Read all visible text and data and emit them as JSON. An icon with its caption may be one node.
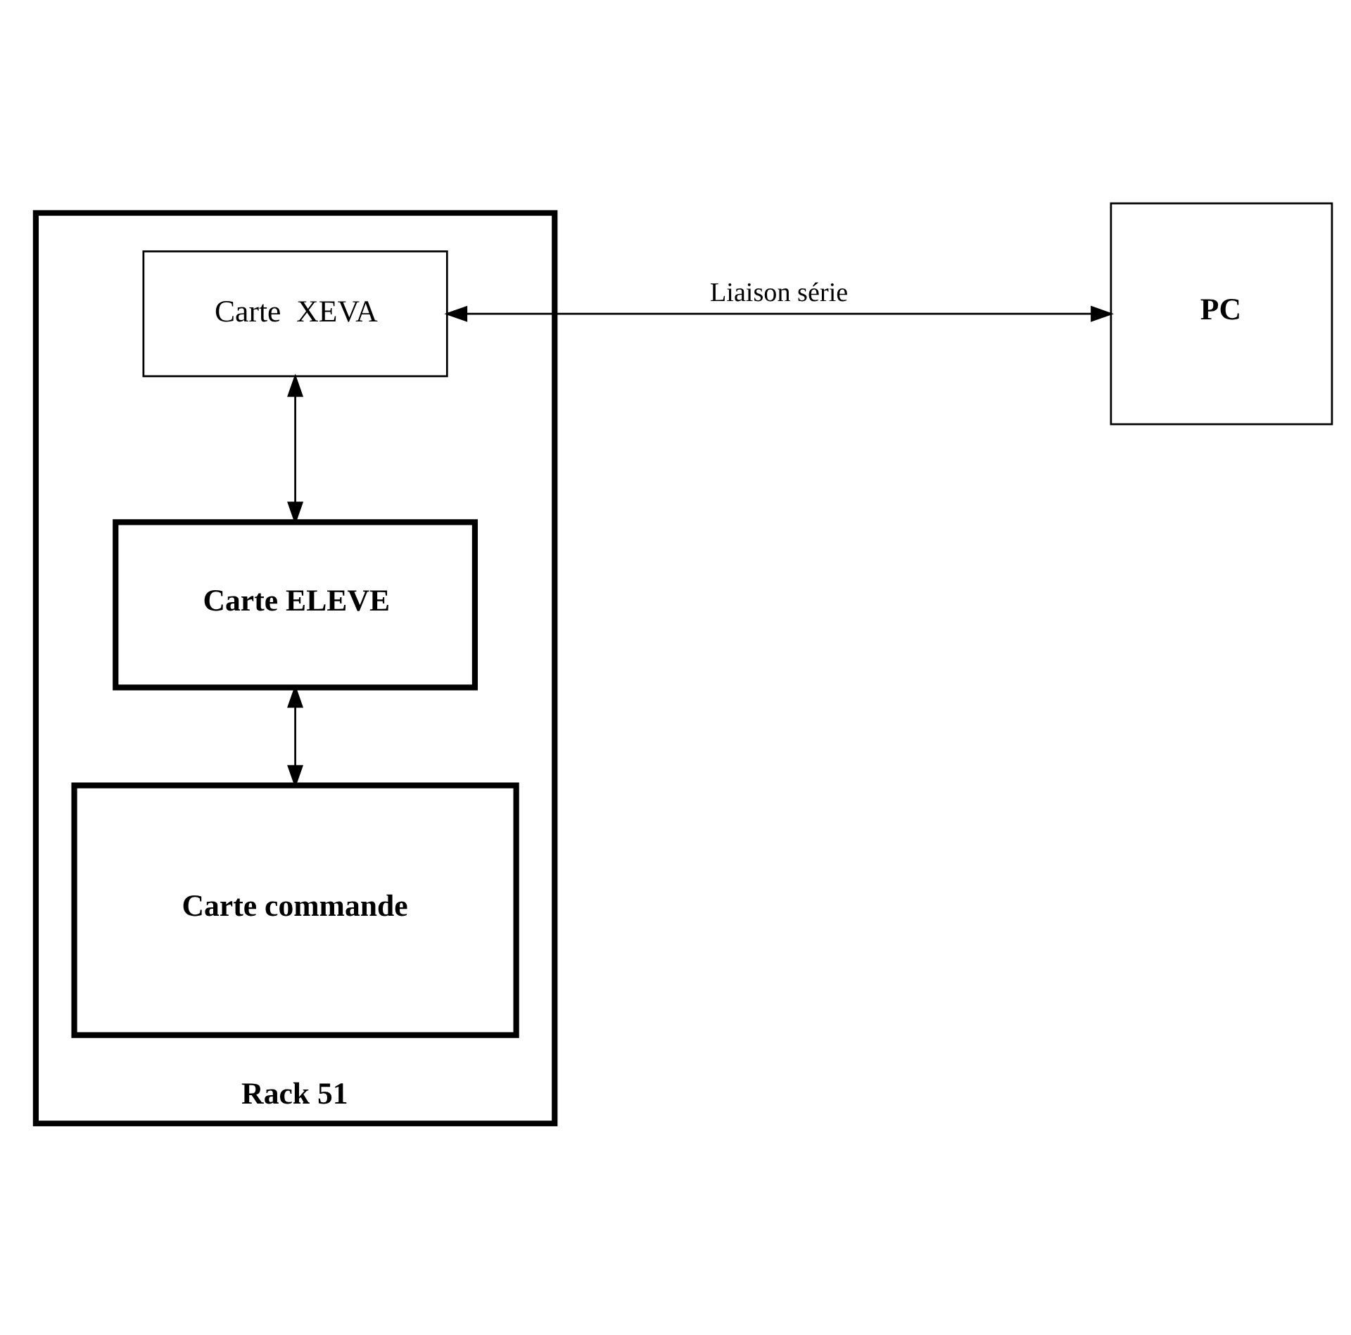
{
  "diagram": {
    "nodes": [
      {
        "text": [
          "Rack 51"
        ]
      },
      {
        "text": [
          "Carte  XEVA"
        ],
        "in": 0
      },
      {
        "text": [
          "Carte ELEVE"
        ],
        "in": 0
      },
      {
        "text": [
          "Carte commande"
        ],
        "in": 0
      },
      {
        "text": [
          "PC"
        ]
      }
    ],
    "edges": [
      {
        "from": 1,
        "to": 4,
        "arrow": "both",
        "label": "Liaison série"
      },
      {
        "from": 1,
        "to": 2,
        "arrow": "both"
      },
      {
        "from": 2,
        "to": 3,
        "arrow": "both"
      }
    ]
  }
}
